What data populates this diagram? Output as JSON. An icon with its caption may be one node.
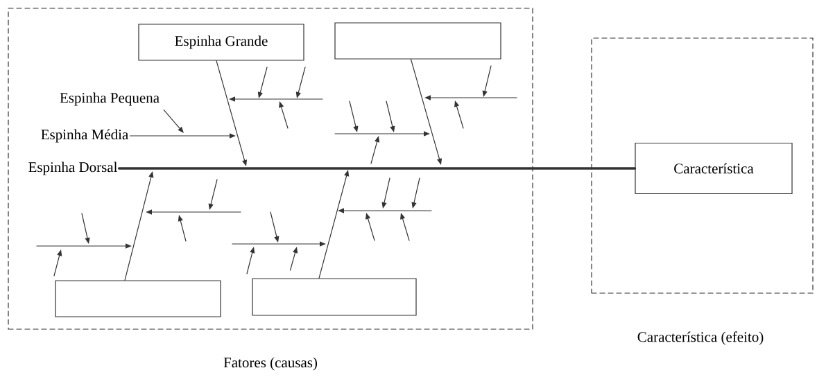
{
  "diagram": {
    "nodes": [
      {
        "text": [
          "Fatores  (causas)"
        ]
      },
      {
        "text": [
          "Espinha Grande"
        ],
        "in": 0
      },
      {
        "text": [],
        "shape": "box",
        "in": 0
      },
      {
        "text": [
          "Espinha Pequena"
        ],
        "in": 0
      },
      {
        "text": [
          "Espinha Média"
        ],
        "in": 0
      },
      {
        "text": [
          "Espinha Dorsal"
        ],
        "in": 0
      },
      {
        "text": [],
        "shape": "box",
        "in": 0
      },
      {
        "text": [],
        "shape": "box",
        "in": 0
      },
      {
        "text": [
          "Característica (efeito)"
        ]
      },
      {
        "text": [
          "Característica"
        ],
        "in": 8
      }
    ],
    "edges": [
      {
        "from": 1,
        "to": null,
        "arrow": "to"
      },
      {
        "from": 2,
        "to": null,
        "arrow": "to"
      },
      {
        "from": 6,
        "to": null,
        "arrow": "to"
      },
      {
        "from": 7,
        "to": null,
        "arrow": "to"
      },
      {
        "from": 4,
        "to": null,
        "arrow": "to"
      },
      {
        "from": 3,
        "to": null,
        "arrow": "to"
      },
      {
        "from": 5,
        "to": 9,
        "arrow": "none",
        "style": "thick"
      }
    ]
  }
}
